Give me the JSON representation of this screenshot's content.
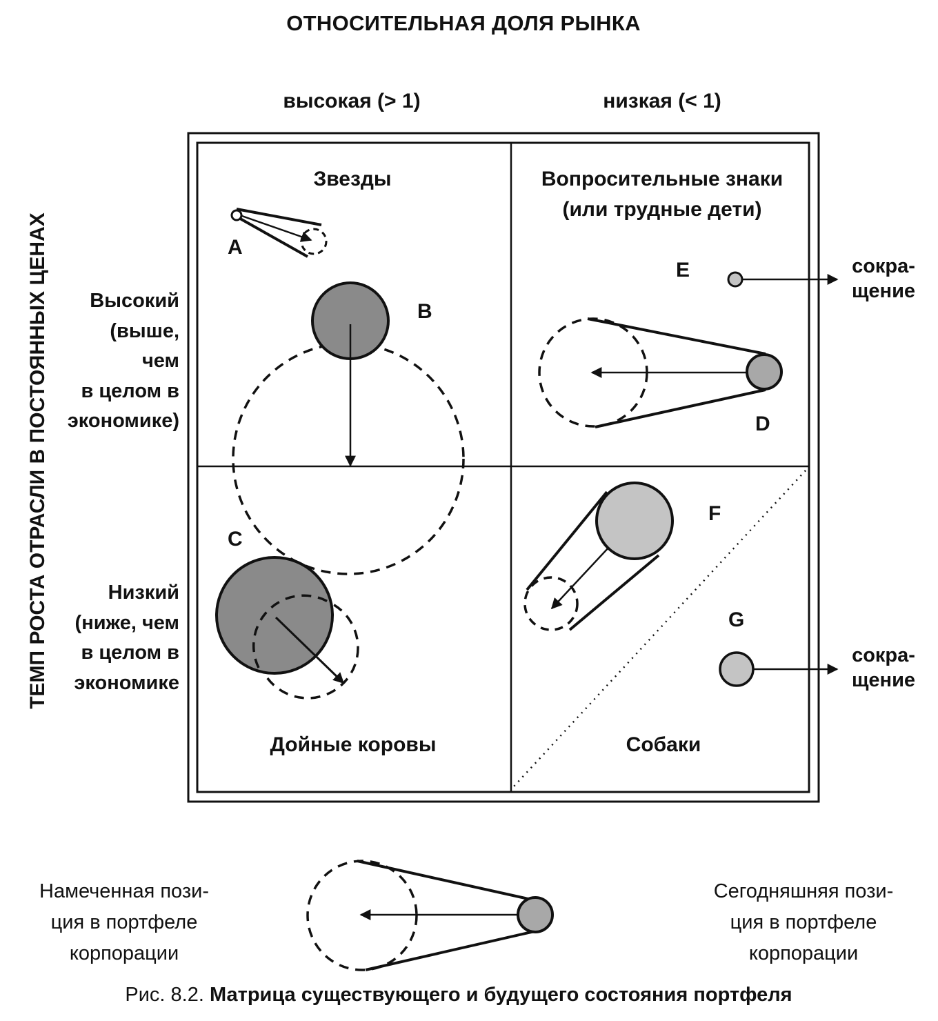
{
  "header": {
    "title": "ОТНОСИТЕЛЬНАЯ ДОЛЯ РЫНКА",
    "col_high": "высокая (> 1)",
    "col_low": "низкая (< 1)"
  },
  "y_axis": {
    "title": "ТЕМП РОСТА ОТРАСЛИ В ПОСТОЯННЫХ ЦЕНАХ",
    "high_lines": [
      "Высокий",
      "(выше,",
      "чем",
      "в целом в",
      "экономике)"
    ],
    "low_lines": [
      "Низкий",
      "(ниже, чем",
      "в целом в",
      "экономике"
    ]
  },
  "quadrants": {
    "stars": "Звезды",
    "question_marks_line1": "Вопросительные знаки",
    "question_marks_line2": "(или трудные дети)",
    "cash_cows": "Дойные коровы",
    "dogs": "Собаки"
  },
  "units": {
    "A": "A",
    "B": "B",
    "C": "C",
    "D": "D",
    "E": "E",
    "F": "F",
    "G": "G"
  },
  "side_notes": {
    "e_reduction": [
      "сокра-",
      "щение"
    ],
    "g_reduction": [
      "сокра-",
      "щение"
    ]
  },
  "legend": {
    "target_lines": [
      "Намеченная пози-",
      "ция в портфеле",
      "корпорации"
    ],
    "current_lines": [
      "Сегодняшняя пози-",
      "ция в портфеле",
      "корпорации"
    ]
  },
  "caption": {
    "prefix": "Рис. 8.2.",
    "title": "Матрица существующего и будущего состояния портфеля"
  },
  "colors": {
    "ink": "#111111",
    "shade_dark": "#8a8a8a",
    "shade_mid": "#a8a8a8",
    "shade_light": "#c4c4c4"
  }
}
